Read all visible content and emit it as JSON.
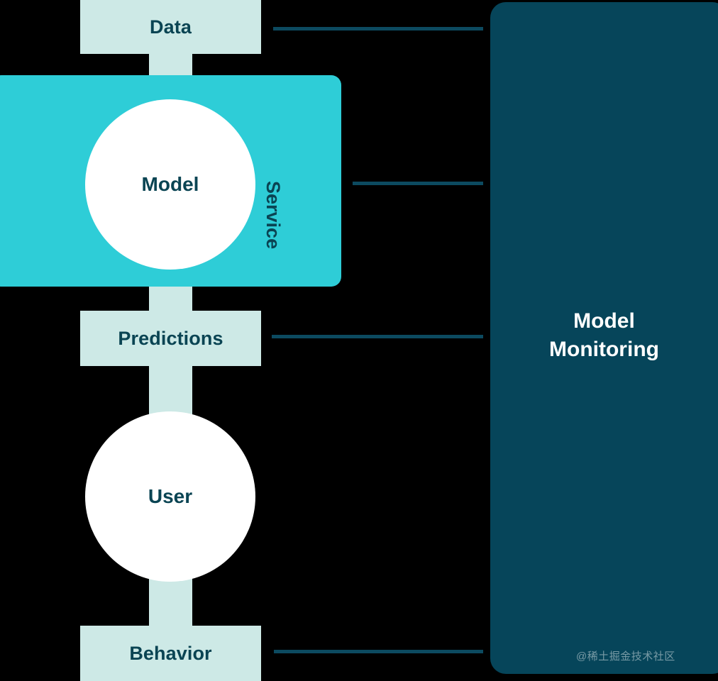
{
  "diagram": {
    "title": "Model Monitoring flow diagram",
    "background_color": "#000000",
    "stages": [
      {
        "id": "data",
        "label": "Data"
      },
      {
        "id": "predictions",
        "label": "Predictions"
      },
      {
        "id": "behavior",
        "label": "Behavior"
      }
    ],
    "nodes": [
      {
        "id": "model",
        "label": "Model"
      },
      {
        "id": "user",
        "label": "User"
      }
    ],
    "service": {
      "label": "Service",
      "color": "#2ecdd7"
    },
    "monitoring": {
      "title_line1": "Model",
      "title_line2": "Monitoring",
      "color": "#06455a",
      "text_color": "#ffffff"
    },
    "colors": {
      "mint": "#cde9e6",
      "cyan": "#2ecdd7",
      "deep_teal": "#0a4453",
      "connector": "#0c4a60",
      "circle_fill": "#ffffff"
    },
    "connectors": [
      {
        "id": "connector-data",
        "to": "monitoring"
      },
      {
        "id": "connector-service",
        "to": "monitoring"
      },
      {
        "id": "connector-predictions",
        "to": "monitoring"
      },
      {
        "id": "connector-behavior",
        "to": "monitoring"
      }
    ]
  },
  "watermark": {
    "text": "@稀土掘金技术社区"
  }
}
